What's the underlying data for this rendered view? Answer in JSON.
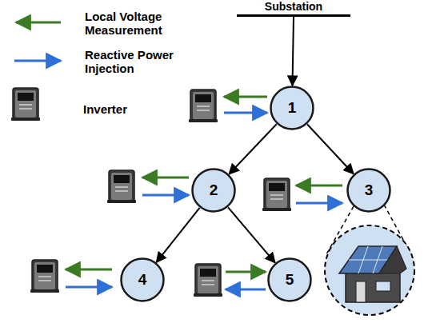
{
  "diagram": {
    "nodes": [
      {
        "text": [
          "Substation"
        ]
      },
      {
        "text": [
          "1"
        ]
      },
      {
        "text": [
          "2"
        ]
      },
      {
        "text": [
          "3"
        ]
      },
      {
        "text": [
          "4"
        ]
      },
      {
        "text": [
          "5"
        ]
      }
    ],
    "edges": [
      {
        "from": 0,
        "to": 1,
        "arrow": "to"
      },
      {
        "from": 1,
        "to": 2,
        "arrow": "to"
      },
      {
        "from": 1,
        "to": 3,
        "arrow": "to"
      },
      {
        "from": 2,
        "to": 4,
        "arrow": "to"
      },
      {
        "from": 2,
        "to": 5,
        "arrow": "to"
      }
    ],
    "legend": [
      {
        "text": "Local Voltage Measurement"
      },
      {
        "text": "Reactive Power Injection"
      },
      {
        "text": "Inverter"
      }
    ]
  }
}
